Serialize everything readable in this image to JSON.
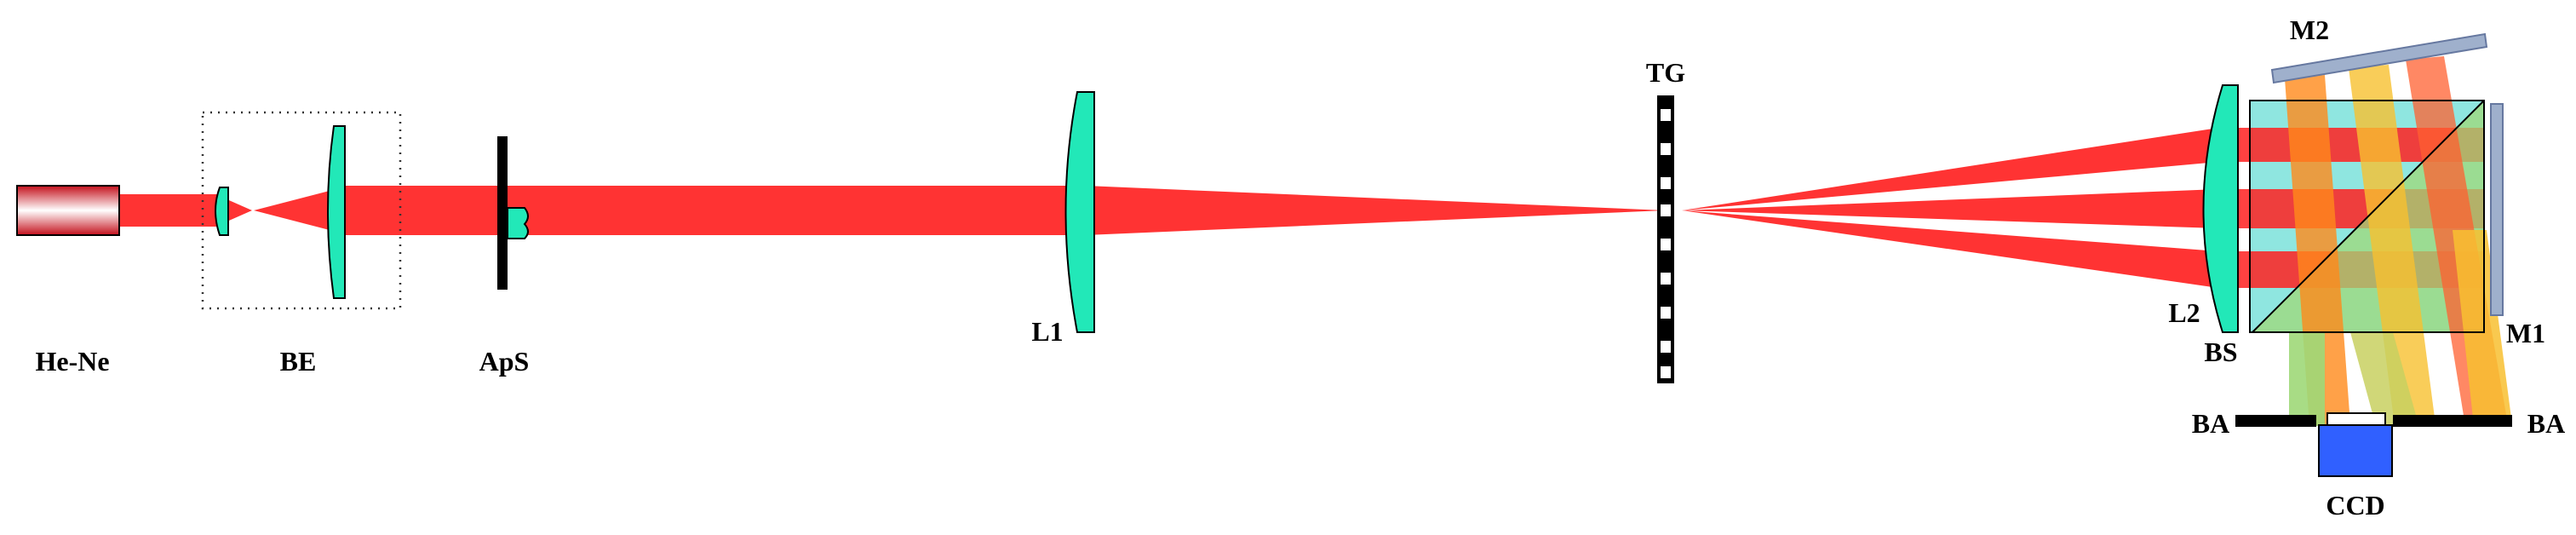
{
  "labels": {
    "source": "He-Ne",
    "beam_expander": "BE",
    "aperture_stop": "ApS",
    "lens1": "L1",
    "grating": "TG",
    "lens2": "L2",
    "beam_splitter": "BS",
    "mirror1": "M1",
    "mirror2": "M2",
    "aperture_left": "BA",
    "aperture_right": "BA",
    "camera": "CCD"
  },
  "colors": {
    "beam_red": "#ff3333",
    "lens_fill": "#22e8b8",
    "splitter_fill": "#8fe6e0",
    "mirror_fill": "#9fb0cc",
    "ccd_blue": "#3060ff",
    "orange_beam": "#ff8a1a",
    "yellow_beam": "#f8c030",
    "green_beam": "#9fd878"
  }
}
